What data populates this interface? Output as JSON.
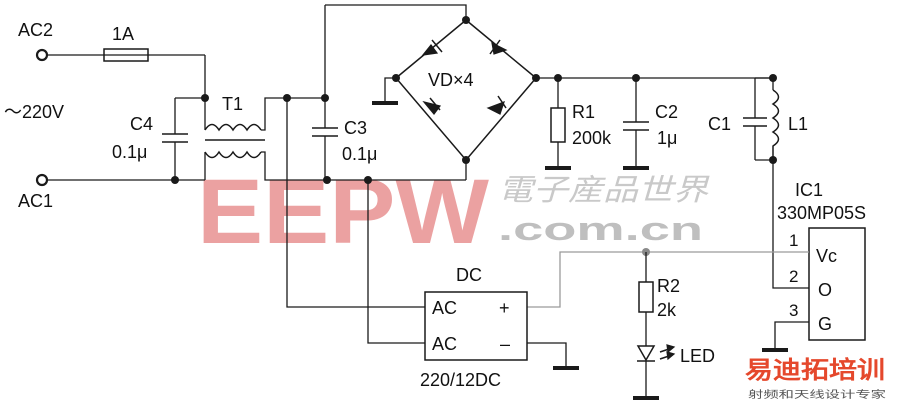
{
  "labels": {
    "ac2": "AC2",
    "ac1": "AC1",
    "mains": "～220V",
    "fuse": "1A",
    "transformer": "T1",
    "c4_name": "C4",
    "c4_value": "0.1μ",
    "c3_name": "C3",
    "c3_value": "0.1μ",
    "bridge": "VD×4",
    "r1_name": "R1",
    "r1_value": "200k",
    "c2_name": "C2",
    "c2_value": "1μ",
    "c1_name": "C1",
    "l1_name": "L1",
    "ic_name": "IC1",
    "ic_part": "330MP05S",
    "pin1": "1",
    "pin2": "2",
    "pin3": "3",
    "pin_vc": "Vc",
    "pin_o": "O",
    "pin_g": "G",
    "dc_title": "DC",
    "dc_ac1": "AC",
    "dc_ac2": "AC",
    "dc_plus": "+",
    "dc_minus": "–",
    "dc_model": "220/12DC",
    "r2_name": "R2",
    "r2_value": "2k",
    "led": "LED"
  },
  "watermark": {
    "brand": "EEPW",
    "cn": "電子産品世界",
    "url": ".com.cn"
  },
  "logo": {
    "name": "易迪拓培训",
    "tagline": "射频和天线设计专家"
  },
  "colors": {
    "watermark_red": "#e06969",
    "logo_red": "#e5482c"
  }
}
